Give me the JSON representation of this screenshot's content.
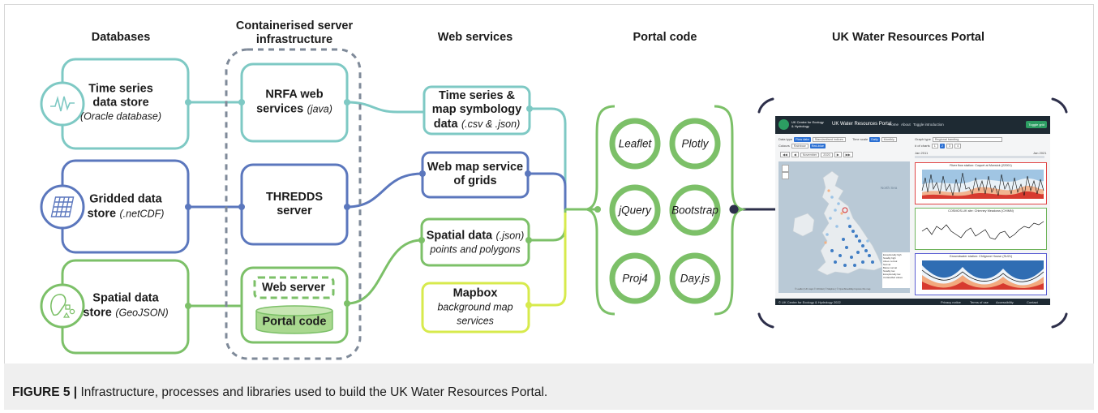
{
  "headers": {
    "databases": "Databases",
    "containerised_line1": "Containerised server",
    "containerised_line2": "infrastructure",
    "web_services": "Web services",
    "portal_code": "Portal code",
    "portal": "UK Water Resources Portal"
  },
  "databases": {
    "timeseries": {
      "title_line1": "Time series",
      "title_line2": "data store",
      "subtitle": "(Oracle database)"
    },
    "gridded": {
      "title_line1": "Gridded data",
      "title_line2": "store",
      "subtitle": "(.netCDF)"
    },
    "spatial": {
      "title_line1": "Spatial data",
      "title_line2": "store",
      "subtitle": "(GeoJSON)"
    }
  },
  "servers": {
    "nrfa": {
      "line1": "NRFA web",
      "line2": "services",
      "suffix": "(java)"
    },
    "thredds": {
      "line1": "THREDDS",
      "line2": "server"
    },
    "web_server": "Web server",
    "portal_code": "Portal code"
  },
  "services": {
    "timeseries": {
      "line1": "Time series &",
      "line2": "map symbology",
      "line3_bold": "data",
      "line3_italic": "(.csv & .json)"
    },
    "wms": {
      "line1": "Web map service",
      "line2": "of grids"
    },
    "spatial": {
      "line1_bold": "Spatial data",
      "line1_italic": "(.json)",
      "line2": "points and polygons"
    },
    "mapbox": {
      "line1": "Mapbox",
      "line2": "background map",
      "line3": "services"
    }
  },
  "libraries": [
    "Leaflet",
    "Plotly",
    "jQuery",
    "Bootstrap",
    "Proj4",
    "Day.js"
  ],
  "portal_screenshot": {
    "logo_text": "UK Centre for Ecology & Hydrology",
    "title": "UK Water Resources Portal",
    "nav_links": [
      "Home",
      "About",
      "Toggle introduction"
    ],
    "toggle_label": "Toggle grid",
    "controls": {
      "data_type_label": "Data type",
      "data_type_options": [
        "Flow data",
        "Standardised indices"
      ],
      "colours_label": "Colours",
      "colour_options": [
        "Rainbow",
        "Red-blue"
      ],
      "time_scale_label": "Time scale",
      "time_scale_options": [
        "Daily",
        "Monthly"
      ],
      "graph_type_label": "Graph type",
      "graph_type_value": "Regional banding",
      "num_charts_label": "# of charts",
      "num_charts_options": [
        "1",
        "2",
        "3",
        "4"
      ],
      "month_value": "November",
      "year_value": "2020",
      "date_start": "Jan 2011",
      "date_end": "Jan 2021"
    },
    "map_label_sea": "North Sea",
    "map_attribution": "© Leaflet | UK maps © UKCEH | © Mapbox | © OpenStreetMap Improve this map",
    "plot_titles": [
      "River flow station: Coquet at Morwick (22001)",
      "COSMOS-UK site: Chimney Meadows (CHIMN)",
      "Groundwater station: Chilgrove House (SU21)"
    ],
    "legend_items": [
      "Exceptionally high",
      "Notably high",
      "Above normal",
      "Normal",
      "Below normal",
      "Notably low",
      "Exceptionally low",
      "Unclassified values"
    ],
    "footer_copyright": "© UK Centre for Ecology & Hydrology 2022",
    "footer_links": [
      "Privacy notice",
      "Terms of use",
      "Accessibility",
      "Contact"
    ]
  },
  "caption": {
    "label": "FIGURE 5 |",
    "text": "Infrastructure, processes and libraries used to build the UK Water Resources Portal."
  },
  "colors": {
    "teal": "#7ec9c4",
    "blue": "#5b77bd",
    "green": "#7cc068",
    "yellow_green": "#d7ea4c",
    "dark_navy": "#2d2f4a",
    "dashed_grey": "#7f8a99"
  }
}
